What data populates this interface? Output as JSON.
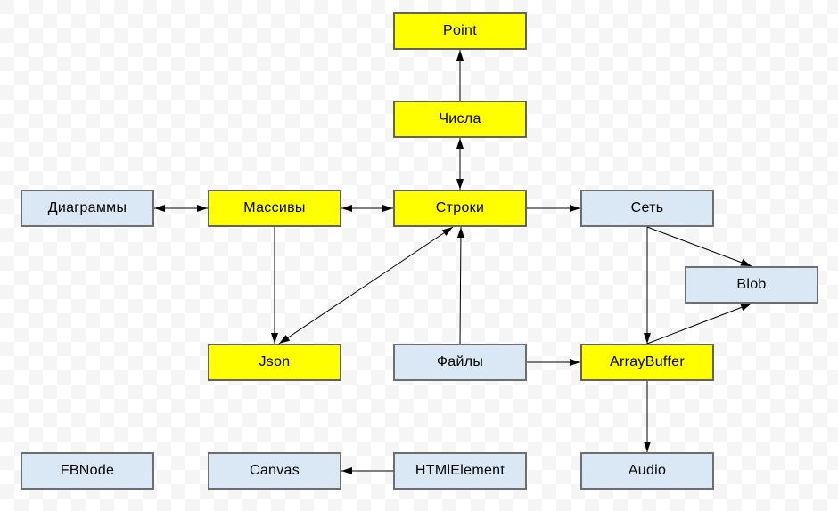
{
  "diagram": {
    "nodes": [
      {
        "id": "point",
        "label": "Point",
        "variant": "yellow"
      },
      {
        "id": "chisla",
        "label": "Числа",
        "variant": "yellow"
      },
      {
        "id": "diagrammy",
        "label": "Диаграммы",
        "variant": "blue"
      },
      {
        "id": "massivy",
        "label": "Массивы",
        "variant": "yellow"
      },
      {
        "id": "stroki",
        "label": "Строки",
        "variant": "yellow"
      },
      {
        "id": "set",
        "label": "Сеть",
        "variant": "blue"
      },
      {
        "id": "blob",
        "label": "Blob",
        "variant": "blue"
      },
      {
        "id": "json",
        "label": "Json",
        "variant": "yellow"
      },
      {
        "id": "faily",
        "label": "Файлы",
        "variant": "blue"
      },
      {
        "id": "arraybuffer",
        "label": "ArrayBuffer",
        "variant": "yellow"
      },
      {
        "id": "fbnode",
        "label": "FBNode",
        "variant": "blue"
      },
      {
        "id": "canvas",
        "label": "Canvas",
        "variant": "blue"
      },
      {
        "id": "htmlelement",
        "label": "HTMlElement",
        "variant": "blue"
      },
      {
        "id": "audio",
        "label": "Audio",
        "variant": "blue"
      }
    ],
    "edges": [
      {
        "from": "chisla",
        "fromSide": "top",
        "to": "point",
        "toSide": "bottom",
        "arrows": "end"
      },
      {
        "from": "chisla",
        "fromSide": "bottom",
        "to": "stroki",
        "toSide": "top",
        "arrows": "both"
      },
      {
        "from": "diagrammy",
        "fromSide": "right",
        "to": "massivy",
        "toSide": "left",
        "arrows": "both"
      },
      {
        "from": "massivy",
        "fromSide": "right",
        "to": "stroki",
        "toSide": "left",
        "arrows": "both"
      },
      {
        "from": "stroki",
        "fromSide": "right",
        "to": "set",
        "toSide": "left",
        "arrows": "end"
      },
      {
        "from": "massivy",
        "fromSide": "bottom",
        "to": "json",
        "toSide": "top",
        "arrows": "end"
      },
      {
        "from": "stroki",
        "fromSide": "bottom",
        "to": "json",
        "toSide": "top",
        "arrows": "both",
        "fromDx": -8,
        "toDx": 5
      },
      {
        "from": "faily",
        "fromSide": "top",
        "to": "stroki",
        "toSide": "bottom",
        "arrows": "end",
        "toDx": 1
      },
      {
        "from": "set",
        "fromSide": "bottom",
        "to": "blob",
        "toSide": "top",
        "arrows": "end"
      },
      {
        "from": "set",
        "fromSide": "bottom",
        "to": "arraybuffer",
        "toSide": "top",
        "arrows": "end"
      },
      {
        "from": "arraybuffer",
        "fromSide": "top",
        "to": "blob",
        "toSide": "bottom",
        "arrows": "end"
      },
      {
        "from": "faily",
        "fromSide": "right",
        "to": "arraybuffer",
        "toSide": "left",
        "arrows": "end"
      },
      {
        "from": "arraybuffer",
        "fromSide": "bottom",
        "to": "audio",
        "toSide": "top",
        "arrows": "end"
      },
      {
        "from": "htmlelement",
        "fromSide": "left",
        "to": "canvas",
        "toSide": "right",
        "arrows": "end"
      }
    ],
    "colors": {
      "yellow_fill": "#ffff00",
      "yellow_border": "#63635a",
      "blue_fill": "#dae8f5",
      "blue_border": "#6e6e6e",
      "edge_line": "#000000",
      "checker_gray": "#f5f5f5",
      "checker_white": "#ffffff"
    }
  }
}
